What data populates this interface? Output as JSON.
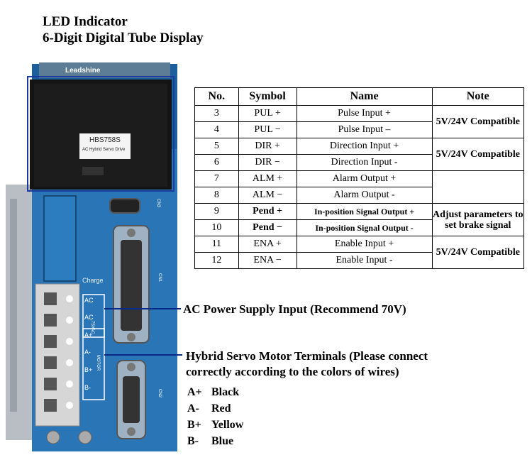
{
  "top_labels": {
    "line1": "LED Indicator",
    "line2": "6-Digit Digital Tube Display"
  },
  "device": {
    "brand": "Leadshine",
    "model": "HBS758S",
    "model_desc": "AC Hybrid Servo Drive",
    "charge_label": "Charge",
    "ac_labels": [
      "AC",
      "AC"
    ],
    "ac_rating": "75VAC",
    "motor_labels": [
      "A+",
      "A-",
      "B+",
      "B-"
    ],
    "motor_tag": "MOTOR",
    "cn_labels": [
      "CN3",
      "CN1",
      "CN2"
    ]
  },
  "table": {
    "headers": [
      "No.",
      "Symbol",
      "Name",
      "Note"
    ],
    "rows": [
      {
        "no": "3",
        "symbol": "PUL +",
        "name": "Pulse Input +"
      },
      {
        "no": "4",
        "symbol": "PUL −",
        "name": "Pulse Input –"
      },
      {
        "no": "5",
        "symbol": "DIR +",
        "name": "Direction Input +"
      },
      {
        "no": "6",
        "symbol": "DIR −",
        "name": "Direction Input -"
      },
      {
        "no": "7",
        "symbol": "ALM +",
        "name": "Alarm Output +"
      },
      {
        "no": "8",
        "symbol": "ALM −",
        "name": "Alarm Output -"
      },
      {
        "no": "9",
        "symbol": "Pend +",
        "name": "In-position Signal Output +"
      },
      {
        "no": "10",
        "symbol": "Pend −",
        "name": "In-position Signal Output -"
      },
      {
        "no": "11",
        "symbol": "ENA +",
        "name": "Enable Input +"
      },
      {
        "no": "12",
        "symbol": "ENA −",
        "name": "Enable Input -"
      }
    ],
    "notes": [
      "5V/24V Compatible",
      "5V/24V Compatible",
      "",
      "Adjust parameters to set brake signal",
      "5V/24V Compatible"
    ]
  },
  "callouts": {
    "ac_power": "AC Power Supply Input (Recommend 70V)",
    "motor_title_1": "Hybrid Servo Motor Terminals (Please connect",
    "motor_title_2": "correctly according to the colors of wires)",
    "wires": [
      {
        "terminal": "A+",
        "color": "Black"
      },
      {
        "terminal": "A-",
        "color": "Red"
      },
      {
        "terminal": "B+",
        "color": "Yellow"
      },
      {
        "terminal": "B-",
        "color": "Blue"
      }
    ]
  },
  "colors": {
    "chassis_blue": "#1f6aa8",
    "highlight_blue": "#1a3a9c",
    "callout_line": "#0a2a8a"
  }
}
